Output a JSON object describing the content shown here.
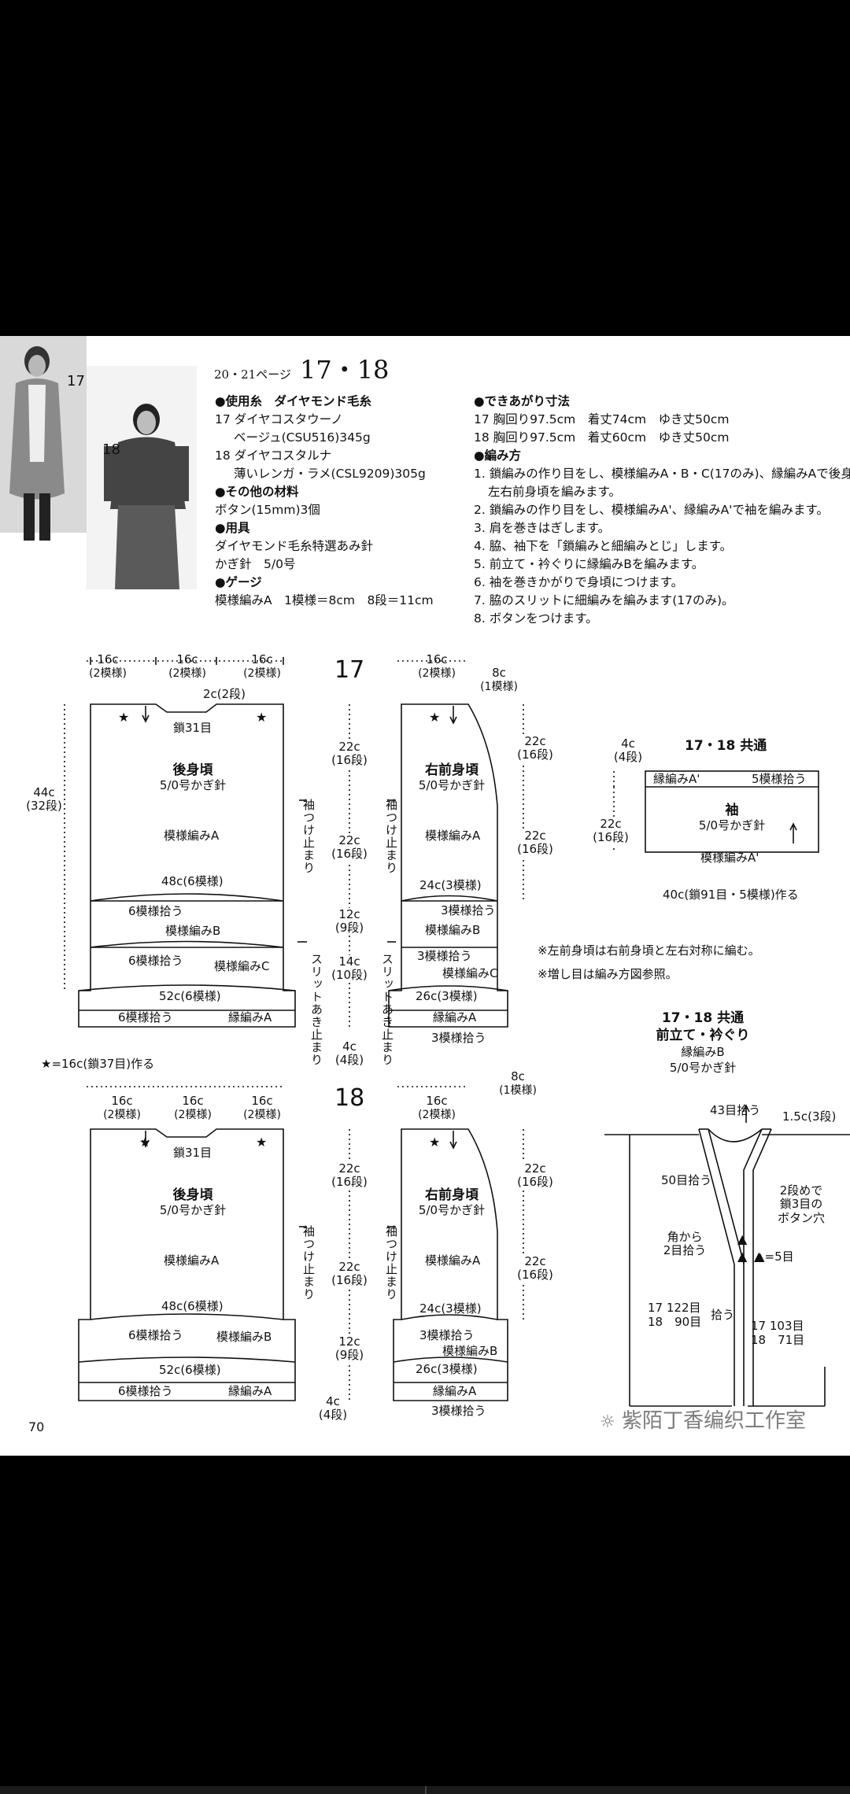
{
  "header": {
    "pages": "20・21ページ",
    "number": "17・18"
  },
  "photo_labels": {
    "model17": "17",
    "model18": "18"
  },
  "materials": {
    "yarn_heading": "●使用糸　ダイヤモンド毛糸",
    "yarn17": "17 ダイヤコスタウーノ",
    "yarn17b": "ベージュ(CSU516)345g",
    "yarn18": "18 ダイヤコスタルナ",
    "yarn18b": "薄いレンガ・ラメ(CSL9209)305g",
    "other_heading": "●その他の材料",
    "other": "ボタン(15mm)3個",
    "tools_heading": "●用具",
    "tools": "ダイヤモンド毛糸特選あみ針",
    "tools2": "かぎ針　5/0号",
    "gauge_heading": "●ゲージ",
    "gauge": "模様編みA　1模様＝8cm　8段＝11cm"
  },
  "finished": {
    "heading": "●できあがり寸法",
    "line17": "17 胸回り97.5cm　着丈74cm　ゆき丈50cm",
    "line18": "18 胸回り97.5cm　着丈60cm　ゆき丈50cm"
  },
  "method": {
    "heading": "●編み方",
    "steps": [
      "1. 鎖編みの作り目をし、模様編みA・B・C(17のみ)、縁編みAで後身頃、",
      "左右前身頃を編みます。",
      "2. 鎖編みの作り目をし、模様編みA'、縁編みA'で袖を編みます。",
      "3. 肩を巻きはぎします。",
      "4. 脇、袖下を「鎖編みと細編みとじ」します。",
      "5. 前立て・衿ぐりに縁編みBを編みます。",
      "6. 袖を巻きかがりで身頃につけます。",
      "7. 脇のスリットに細編みを編みます(17のみ)。",
      "8. ボタンをつけます。"
    ]
  },
  "diagram17": {
    "label": "17",
    "back": {
      "top1": "16c",
      "top1b": "(2模様)",
      "top2": "16c",
      "top2b": "(2模様)",
      "top3": "16c",
      "top3b": "(2模様)",
      "neck": "2c(2段)",
      "chain": "鎖31目",
      "name": "後身頃",
      "hook": "5/0号かぎ針",
      "patA": "模様編みA",
      "w48": "48c(6模様)",
      "pick1": "6模様拾う",
      "patB": "模様編みB",
      "pick2": "6模様拾う",
      "patC": "模様編みC",
      "w52": "52c(6模様)",
      "pick3": "6模様拾う",
      "edgeA": "縁編みA",
      "h44": "44c",
      "h44b": "(32段)",
      "sleeve_mark": "袖つけ止まり",
      "slit_mark": "スリットあき止まり"
    },
    "mid": {
      "d1": "22c",
      "d1b": "(16段)",
      "d2": "22c",
      "d2b": "(16段)",
      "d3": "12c",
      "d3b": "(9段)",
      "d4": "14c",
      "d4b": "(10段)",
      "d5": "4c",
      "d5b": "(4段)"
    },
    "front": {
      "top": "16c",
      "topb": "(2模様)",
      "shift": "8c",
      "shiftb": "(1模様)",
      "name": "右前身頃",
      "hook": "5/0号かぎ針",
      "patA": "模様編みA",
      "w24": "24c(3模様)",
      "pick1": "3模様拾う",
      "patB": "模様編みB",
      "pick2": "3模様拾う",
      "patC": "模様編みC",
      "w26": "26c(3模様)",
      "edgeA": "縁編みA",
      "pick3": "3模様拾う",
      "r1": "22c",
      "r1b": "(16段)",
      "r2": "22c",
      "r2b": "(16段)",
      "sleeve_mark": "袖つけ止まり",
      "slit_mark": "スリットあき止まり"
    }
  },
  "sleeve": {
    "title": "17・18 共通",
    "h4": "4c",
    "h4b": "(4段)",
    "edge": "縁編みA'",
    "rep": "5模様拾う",
    "name": "袖",
    "hook": "5/0号かぎ針",
    "pat": "模様編みA'",
    "h22": "22c",
    "h22b": "(16段)",
    "w40": "40c(鎖91目・5模様)作る"
  },
  "notes": {
    "n1": "※左前身頃は右前身頃と左右対称に編む。",
    "n2": "※増し目は編み方図参照。"
  },
  "star_note": "★=16c(鎖37目)作る",
  "diagram18": {
    "label": "18",
    "back": {
      "top1": "16c",
      "top1b": "(2模様)",
      "top2": "16c",
      "top2b": "(2模様)",
      "top3": "16c",
      "top3b": "(2模様)",
      "chain": "鎖31目",
      "name": "後身頃",
      "hook": "5/0号かぎ針",
      "patA": "模様編みA",
      "w48": "48c(6模様)",
      "pick1": "6模様拾う",
      "patB": "模様編みB",
      "w52": "52c(6模様)",
      "pick2": "6模様拾う",
      "edgeA": "縁編みA",
      "sleeve_mark": "袖つけ止まり"
    },
    "mid": {
      "d1": "22c",
      "d1b": "(16段)",
      "d2": "22c",
      "d2b": "(16段)",
      "d3": "12c",
      "d3b": "(9段)",
      "d4": "4c",
      "d4b": "(4段)"
    },
    "front": {
      "top": "16c",
      "topb": "(2模様)",
      "shift": "8c",
      "shiftb": "(1模様)",
      "name": "右前身頃",
      "hook": "5/0号かぎ針",
      "patA": "模様編みA",
      "w24": "24c(3模様)",
      "pick1": "3模様拾う",
      "patB": "模様編みB",
      "w26": "26c(3模様)",
      "edgeA": "縁編みA",
      "pick2": "3模様拾う",
      "r1": "22c",
      "r1b": "(16段)",
      "r2": "22c",
      "r2b": "(16段)",
      "sleeve_mark": "袖つけ止まり"
    }
  },
  "collar": {
    "title": "17・18 共通",
    "title2": "前立て・衿ぐり",
    "edge": "縁編みB",
    "hook": "5/0号かぎ針",
    "c43": "43目拾う",
    "c15": "1.5c(3段)",
    "c50": "50目拾う",
    "btn1": "2段めで",
    "btn2": "鎖3目の",
    "btn3": "ボタン穴",
    "corner1": "角から",
    "corner2": "2目拾う",
    "five": "▲=5目",
    "left17": "17 122目",
    "left18": "18　90目",
    "pick": "拾う",
    "right17": "17 103目",
    "right18": "18　71目"
  },
  "page_number": "70",
  "watermark": "紫陌丁香编织工作室"
}
